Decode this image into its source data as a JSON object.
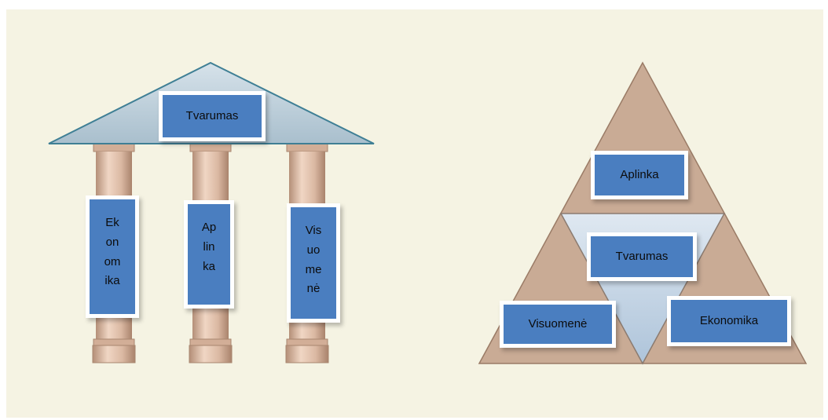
{
  "temple": {
    "roof_label": "Tvarumas",
    "pillars": [
      {
        "label": "Ek\non\nom\nika"
      },
      {
        "label": "Ap\nlin\nka"
      },
      {
        "label": "Vis\nuo\nme\nnė"
      }
    ]
  },
  "pyramid": {
    "top_label": "Aplinka",
    "center_label": "Tvarumas",
    "bottom_left_label": "Visuomenė",
    "bottom_right_label": "Ekonomika"
  },
  "colors": {
    "background": "#f5f3e3",
    "roof": "#b9ccd8",
    "pillar": "#d9b8a2",
    "pyramid": "#c9ab95",
    "inner_triangle": "#c6d6e6",
    "label_fill": "#4a7ec0"
  }
}
